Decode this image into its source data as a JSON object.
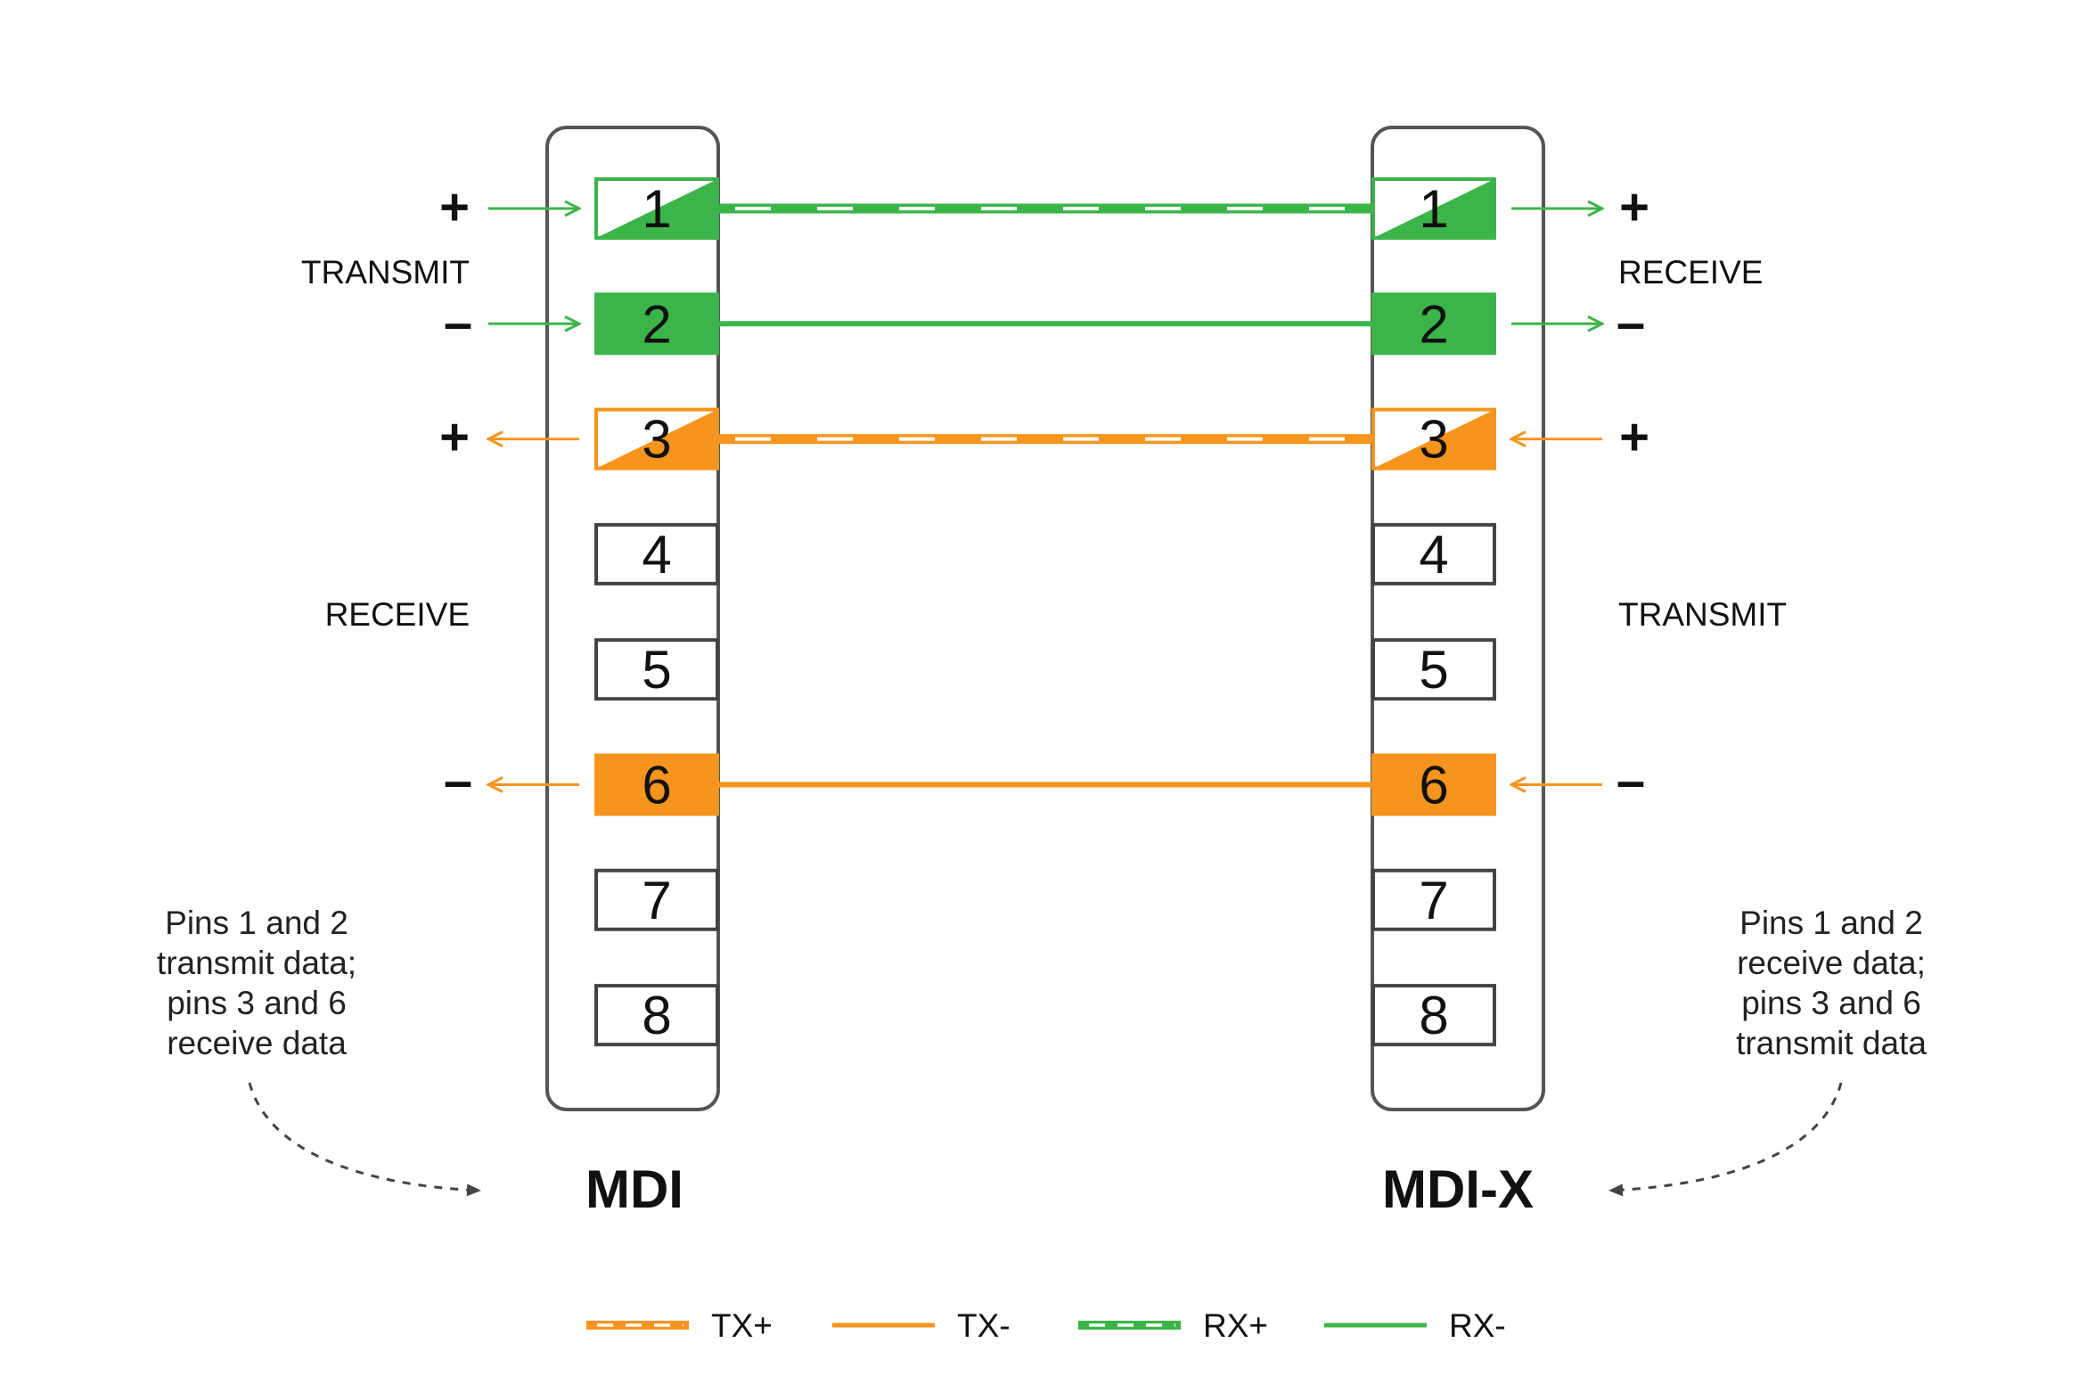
{
  "colors": {
    "green": "#3bb54a",
    "orange": "#f7941d",
    "outline": "#555555",
    "pin_outline": "#444444",
    "text": "#111111"
  },
  "left": {
    "title": "MDI",
    "labels": {
      "upper": "TRANSMIT",
      "lower": "RECEIVE"
    },
    "signs": [
      "+",
      "–",
      "+",
      "–"
    ],
    "note": [
      "Pins 1 and 2",
      "transmit data;",
      "pins 3 and 6",
      "receive data"
    ]
  },
  "right": {
    "title": "MDI-X",
    "labels": {
      "upper": "RECEIVE",
      "lower": "TRANSMIT"
    },
    "signs": [
      "+",
      "–",
      "+",
      "–"
    ],
    "note": [
      "Pins 1 and 2",
      "receive data;",
      "pins 3 and 6",
      "transmit data"
    ]
  },
  "pins": [
    {
      "num": "1",
      "fill": "green-half"
    },
    {
      "num": "2",
      "fill": "green"
    },
    {
      "num": "3",
      "fill": "orange-half"
    },
    {
      "num": "4",
      "fill": "none"
    },
    {
      "num": "5",
      "fill": "none"
    },
    {
      "num": "6",
      "fill": "orange"
    },
    {
      "num": "7",
      "fill": "none"
    },
    {
      "num": "8",
      "fill": "none"
    }
  ],
  "wires": [
    {
      "pin": "1",
      "color": "green",
      "dashed": true
    },
    {
      "pin": "2",
      "color": "green",
      "dashed": false
    },
    {
      "pin": "3",
      "color": "orange",
      "dashed": true
    },
    {
      "pin": "6",
      "color": "orange",
      "dashed": false
    }
  ],
  "legend": [
    {
      "label": "TX+",
      "color": "orange",
      "dashed": true
    },
    {
      "label": "TX-",
      "color": "orange",
      "dashed": false
    },
    {
      "label": "RX+",
      "color": "green",
      "dashed": true
    },
    {
      "label": "RX-",
      "color": "green",
      "dashed": false
    }
  ]
}
